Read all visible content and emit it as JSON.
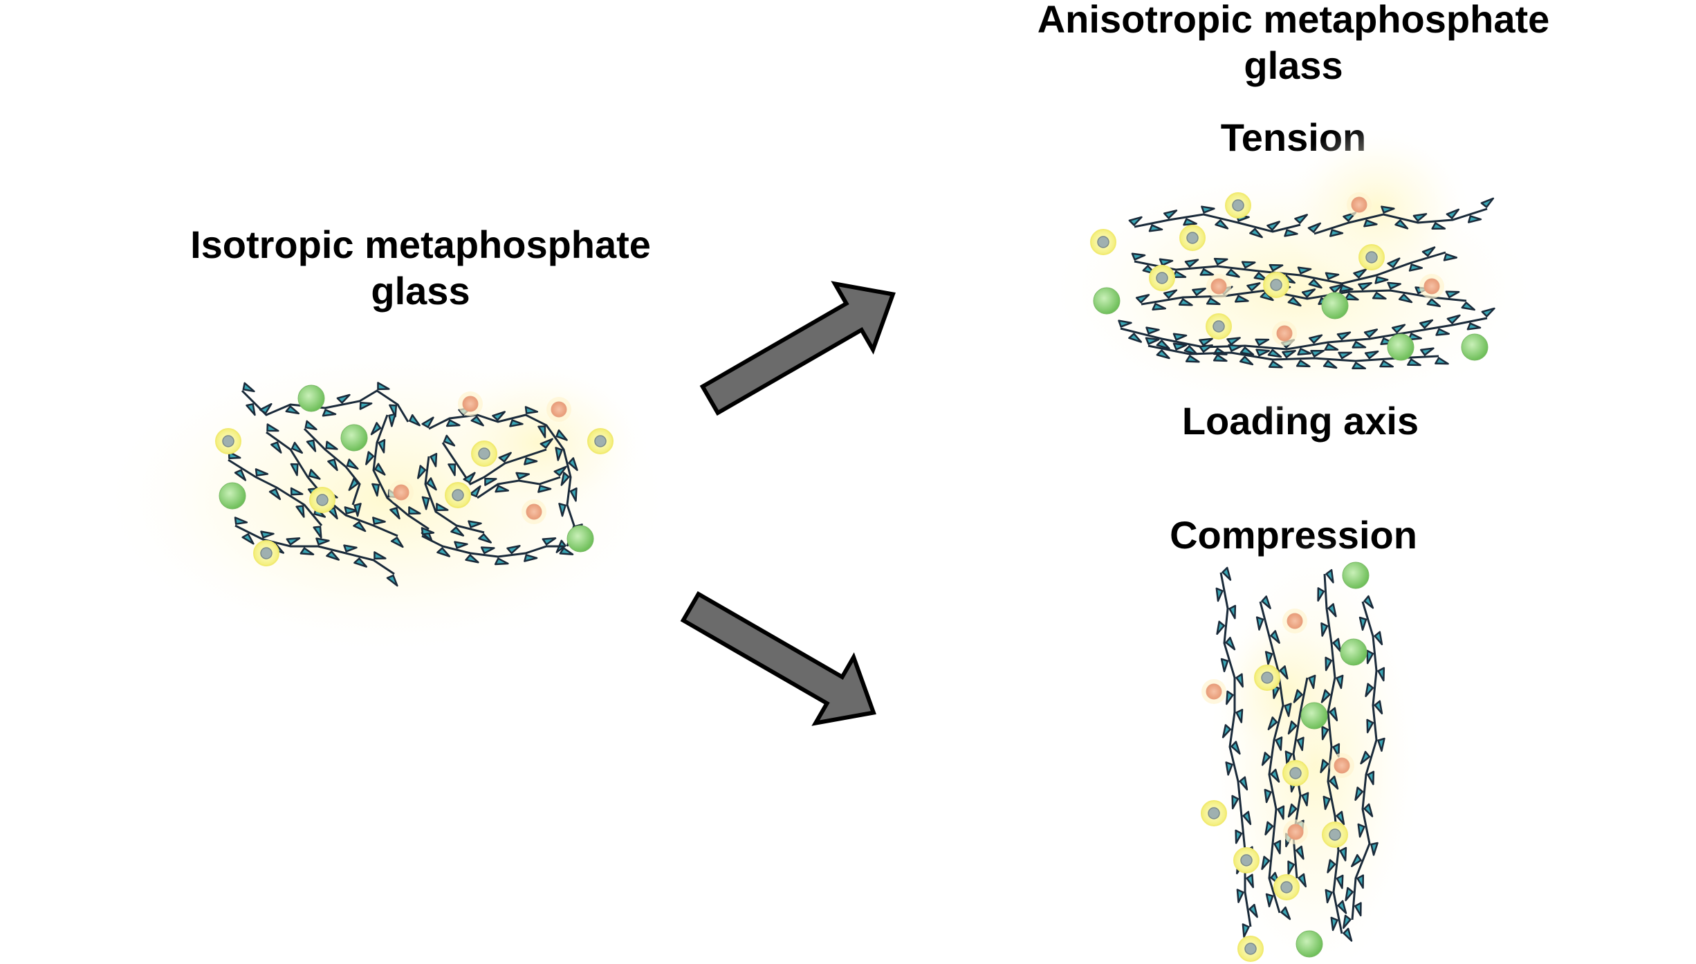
{
  "labels": {
    "isotropic_title_line1": "Isotropic metaphosphate",
    "isotropic_title_line2": "glass",
    "anisotropic_title_line1": "Anisotropic metaphosphate",
    "anisotropic_title_line2": "glass",
    "tension": "Tension",
    "loading_axis": "Loading axis",
    "compression": "Compression"
  },
  "colors": {
    "arrow_fill": "#6b6b6b",
    "arrow_stroke": "#000000",
    "tetrahedron_fill": "#3aa6b5",
    "tetrahedron_stroke": "#1a2a3a",
    "green_ion": "#8fd07a",
    "yellow_ion": "#fff79a",
    "orange_ion": "#f0b090",
    "glow": "#fffbe0"
  }
}
